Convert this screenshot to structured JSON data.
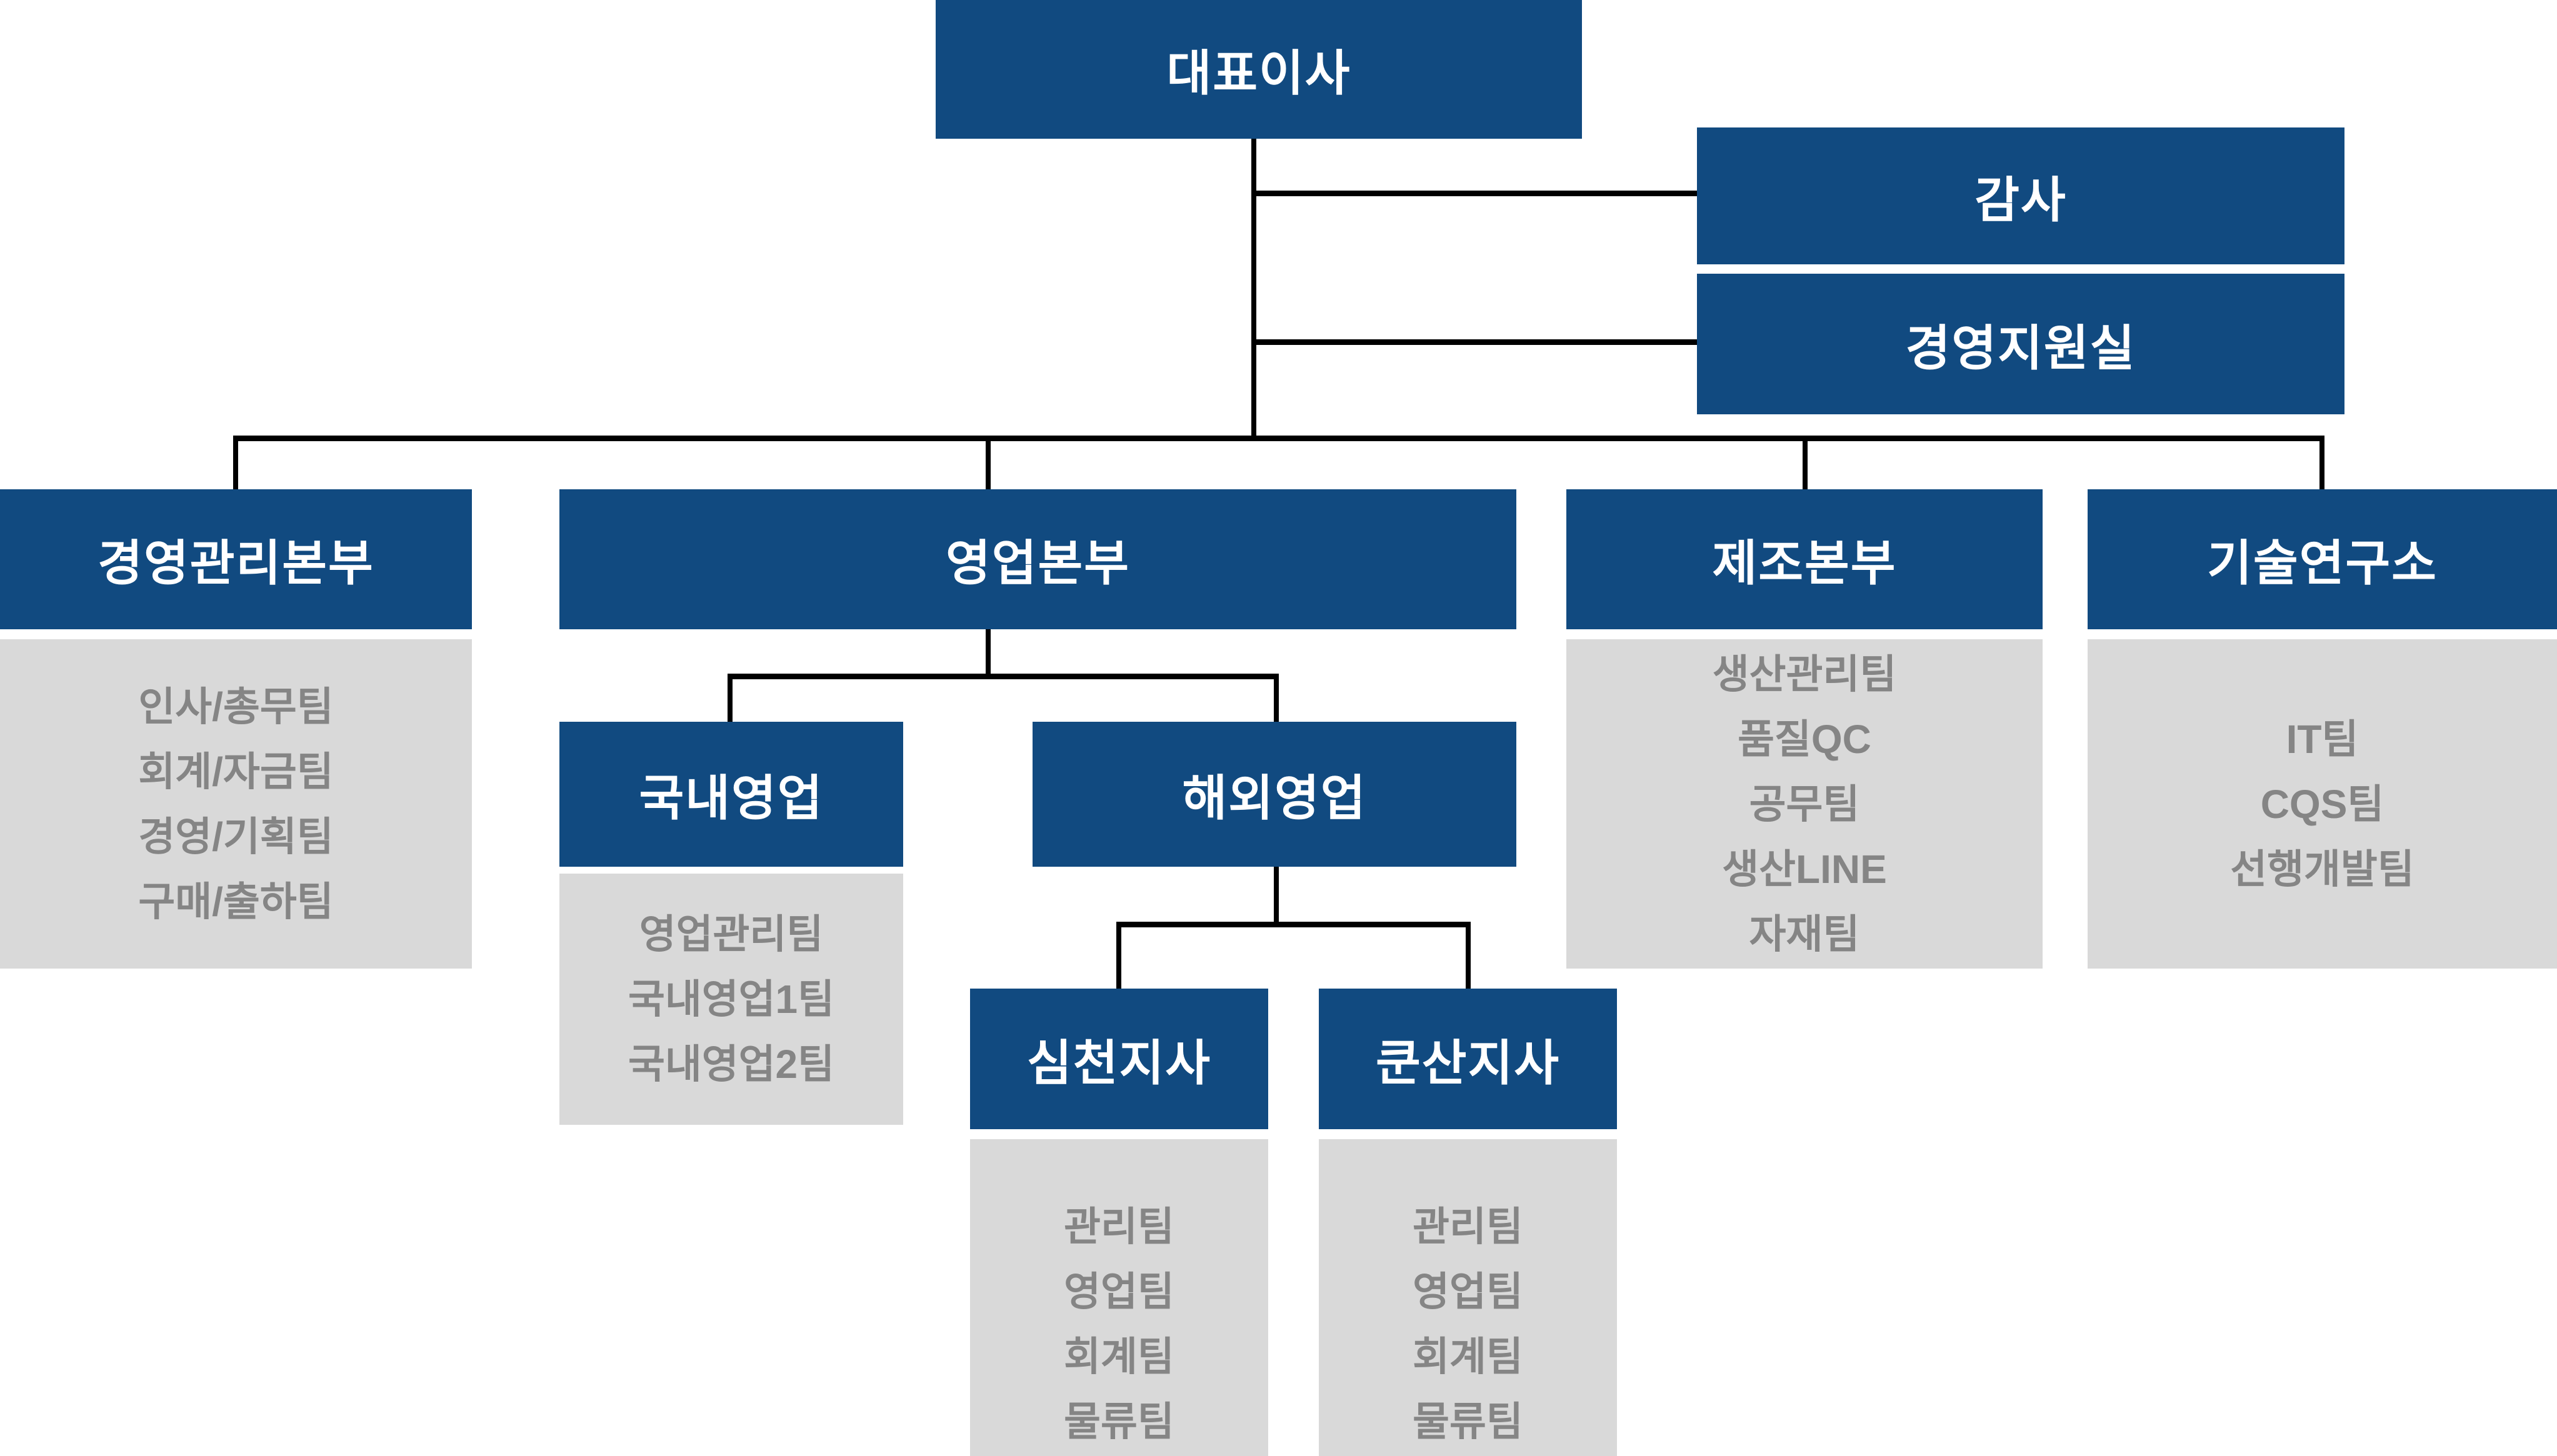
{
  "org": {
    "ceo": {
      "title": "대표이사"
    },
    "staff": {
      "audit": {
        "title": "감사"
      },
      "support": {
        "title": "경영지원실"
      }
    },
    "divisions": {
      "management": {
        "title": "경영관리본부",
        "items": [
          "인사/총무팀",
          "회계/자금팀",
          "경영/기획팀",
          "구매/출하팀"
        ]
      },
      "sales": {
        "title": "영업본부",
        "domestic": {
          "title": "국내영업",
          "items": [
            "영업관리팀",
            "국내영업1팀",
            "국내영업2팀"
          ]
        },
        "overseas": {
          "title": "해외영업",
          "shenzhen": {
            "title": "심천지사",
            "items": [
              "관리팀",
              "영업팀",
              "회계팀",
              "물류팀"
            ]
          },
          "kunshan": {
            "title": "쿤산지사",
            "items": [
              "관리팀",
              "영업팀",
              "회계팀",
              "물류팀"
            ]
          }
        }
      },
      "manufacturing": {
        "title": "제조본부",
        "items": [
          "생산관리팀",
          "품질QC",
          "공무팀",
          "생산LINE",
          "자재팀"
        ]
      },
      "rnd": {
        "title": "기술연구소",
        "items": [
          "IT팀",
          "CQS팀",
          "선행개발팀"
        ]
      }
    },
    "colors": {
      "box_blue": "#114A80",
      "box_gray": "#D9D9D9",
      "text_gray": "#858585",
      "text_white": "#FFFFFF",
      "connector_black": "#000000"
    }
  }
}
